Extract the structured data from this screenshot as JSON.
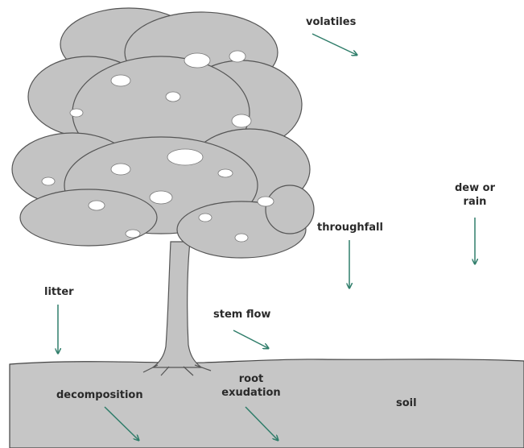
{
  "labels": {
    "volatiles": "volatiles",
    "dew_or_rain_1": "dew or",
    "dew_or_rain_2": "rain",
    "throughfall": "throughfall",
    "litter": "litter",
    "stem_flow": "stem flow",
    "root_exudation_1": "root",
    "root_exudation_2": "exudation",
    "decomposition": "decomposition",
    "soil": "soil"
  },
  "colors": {
    "arrow": "#2f7d6a",
    "tree": "#c3c3c3",
    "tree_outline": "#555555",
    "soil": "#c6c6c6",
    "label": "#2a2a2a"
  }
}
